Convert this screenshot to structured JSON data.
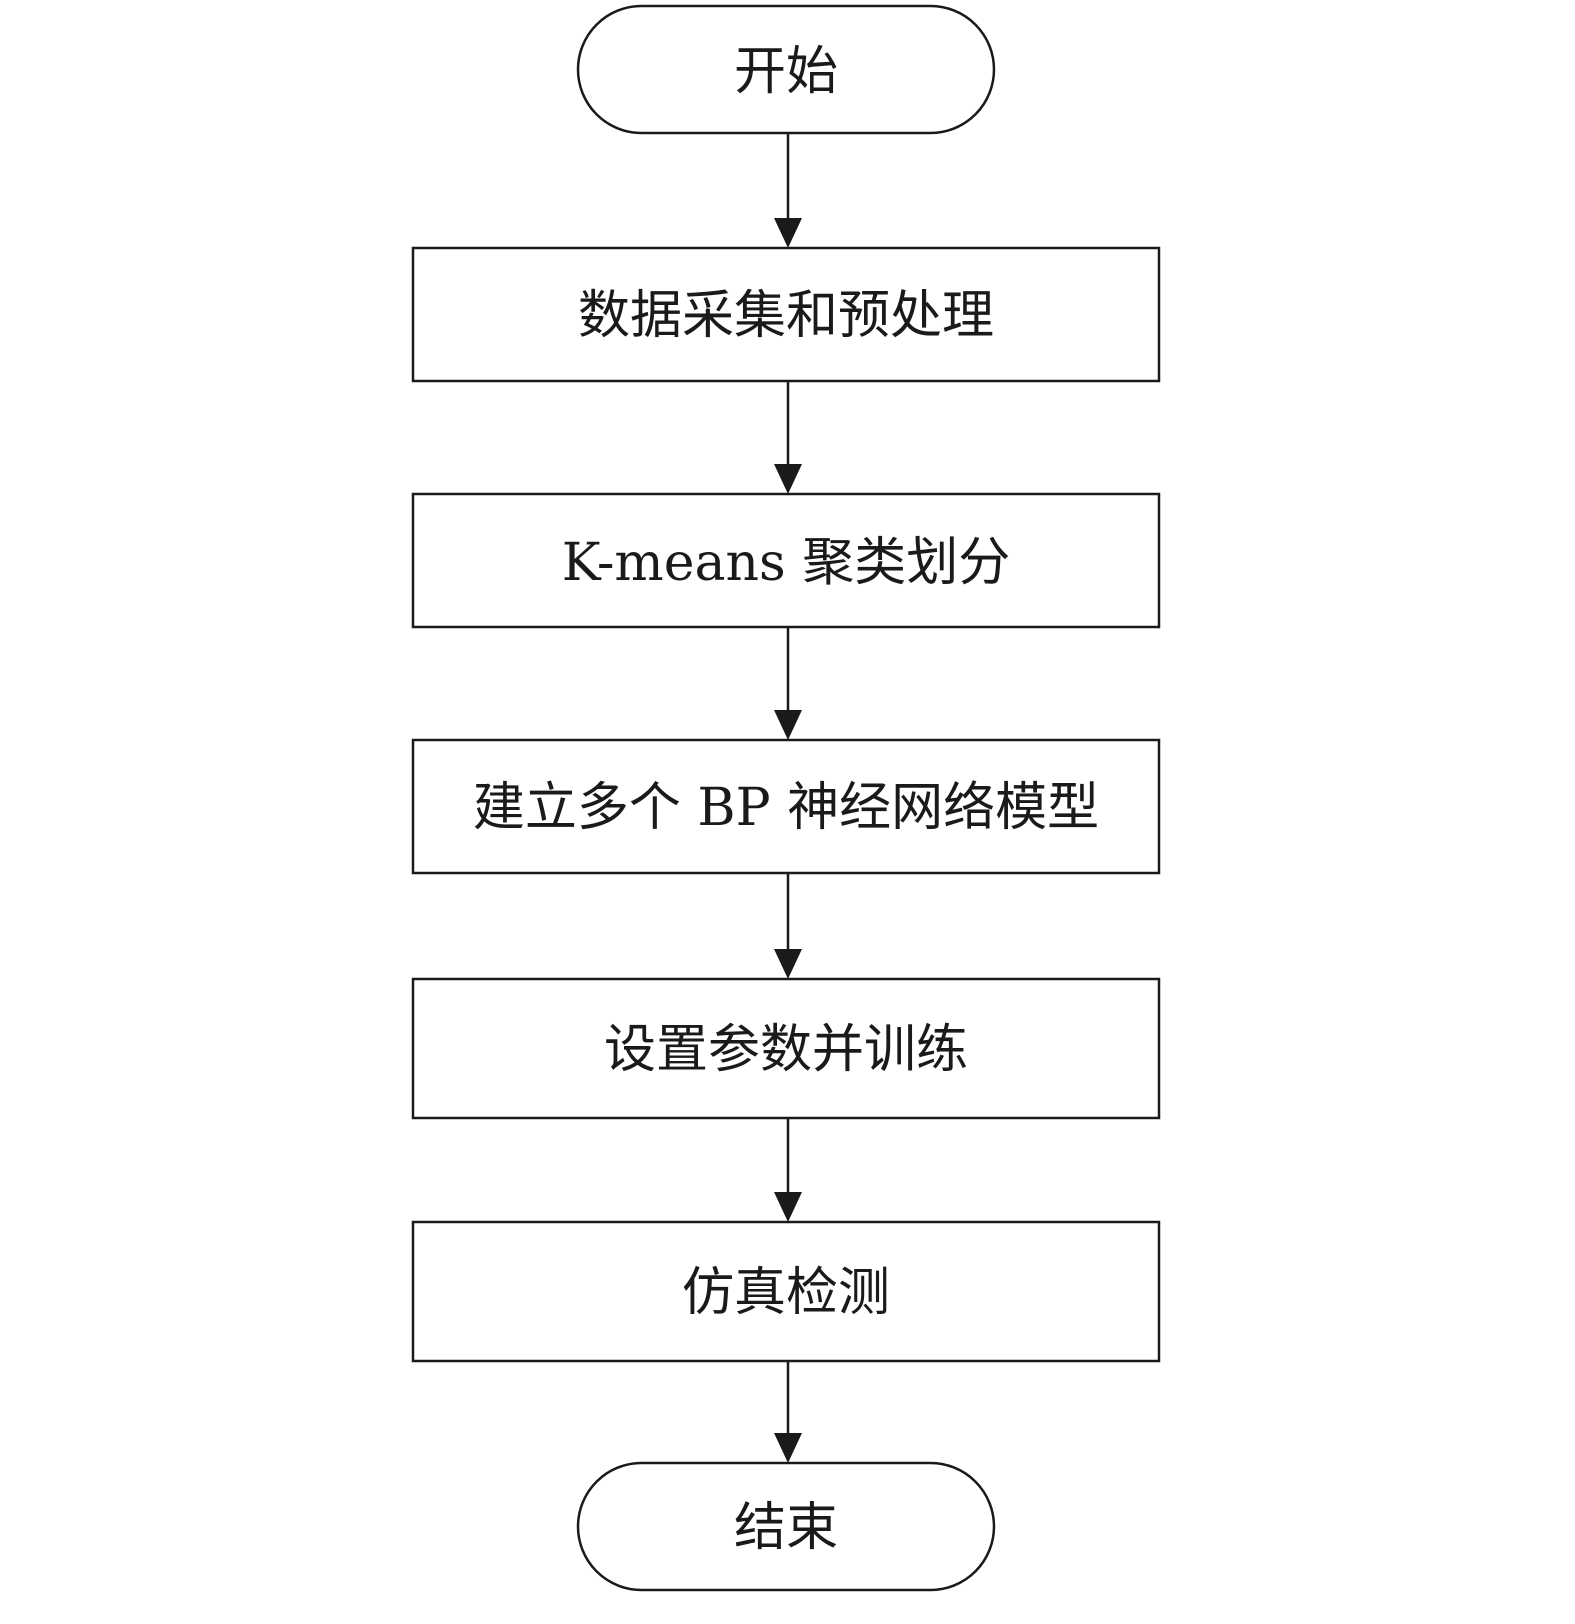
{
  "flowchart": {
    "nodes": [
      {
        "id": "start",
        "shape": "terminal",
        "label": "开始"
      },
      {
        "id": "step1",
        "shape": "process",
        "label": "数据采集和预处理"
      },
      {
        "id": "step2",
        "shape": "process",
        "label": "K-means 聚类划分"
      },
      {
        "id": "step3",
        "shape": "process",
        "label": "建立多个 BP 神经网络模型"
      },
      {
        "id": "step4",
        "shape": "process",
        "label": "设置参数并训练"
      },
      {
        "id": "step5",
        "shape": "process",
        "label": "仿真检测"
      },
      {
        "id": "end",
        "shape": "terminal",
        "label": "结束"
      }
    ],
    "edges": [
      {
        "from": "start",
        "to": "step1"
      },
      {
        "from": "step1",
        "to": "step2"
      },
      {
        "from": "step2",
        "to": "step3"
      },
      {
        "from": "step3",
        "to": "step4"
      },
      {
        "from": "step4",
        "to": "step5"
      },
      {
        "from": "step5",
        "to": "end"
      }
    ],
    "colors": {
      "stroke": "#1a1a1a",
      "fill": "#ffffff",
      "text": "#1a1a1a"
    }
  }
}
